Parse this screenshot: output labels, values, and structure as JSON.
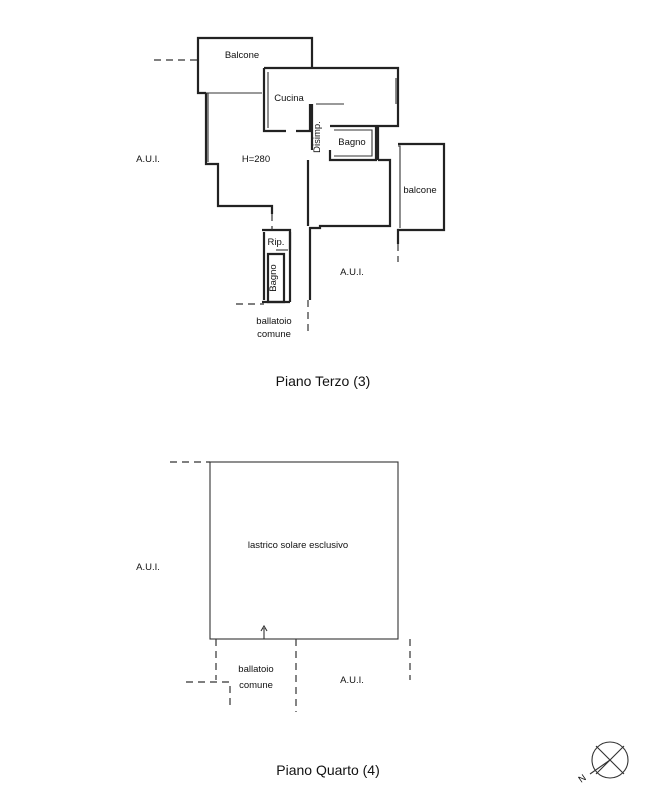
{
  "floors": [
    {
      "title": "Piano Terzo (3)",
      "rooms": {
        "balcone_top": "Balcone",
        "cucina": "Cucina",
        "living": "H=280",
        "disimp": "Disimp.",
        "bagno_main": "Bagno",
        "balcone_right": "balcone",
        "rip": "Rip.",
        "bagno_small": "Bagno"
      },
      "aui_left": "A.U.I.",
      "aui_right": "A.U.I.",
      "ballatoio": [
        "ballatoio",
        "comune"
      ]
    },
    {
      "title": "Piano Quarto (4)",
      "rooms": {
        "lastrico": "lastrico solare esclusivo"
      },
      "aui_left": "A.U.I.",
      "aui_right": "A.U.I.",
      "ballatoio": [
        "ballatoio",
        "comune"
      ]
    }
  ],
  "compass": {
    "north_label": "N"
  },
  "colors": {
    "line": "#222222",
    "background": "#ffffff"
  }
}
